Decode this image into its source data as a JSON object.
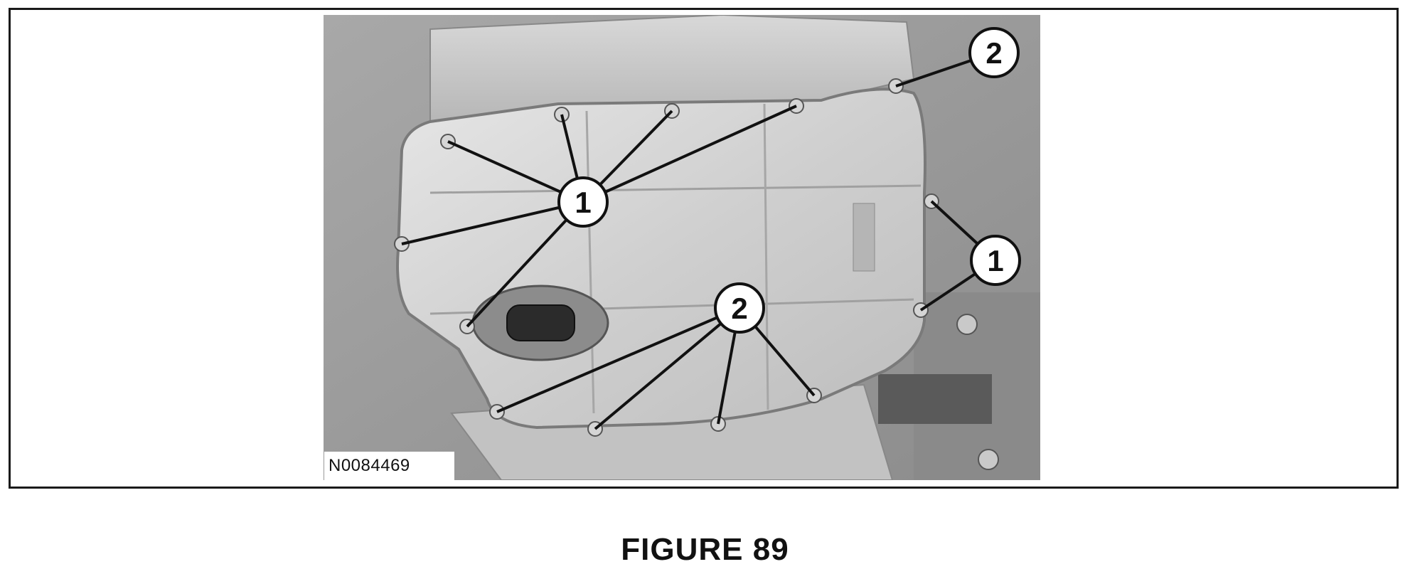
{
  "figure": {
    "caption": "FIGURE 89",
    "image_ref": "N0084469",
    "callouts": [
      {
        "id": "callout-1-left",
        "label": "1"
      },
      {
        "id": "callout-1-right",
        "label": "1"
      },
      {
        "id": "callout-2-top",
        "label": "2"
      },
      {
        "id": "callout-2-bottom",
        "label": "2"
      }
    ]
  }
}
